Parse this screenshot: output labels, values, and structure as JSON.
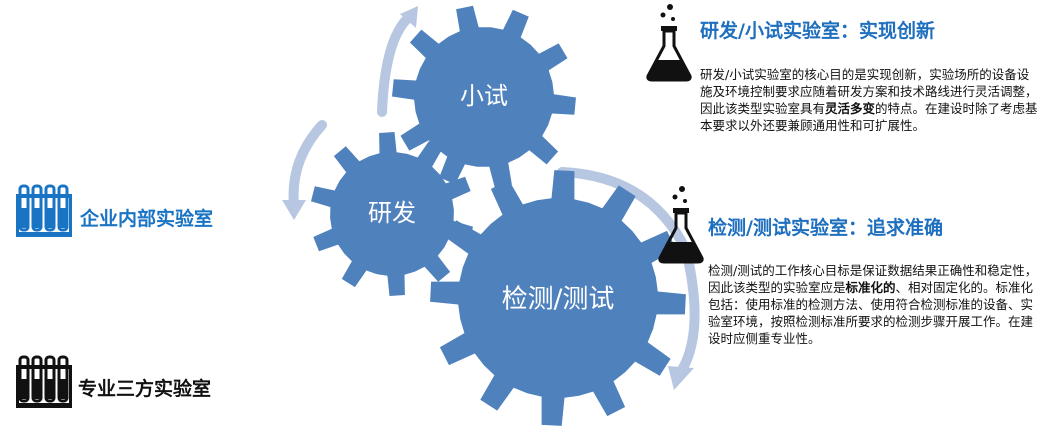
{
  "gears": {
    "small": {
      "label": "小试"
    },
    "medium": {
      "label": "研发"
    },
    "large": {
      "label": "检测/测试"
    }
  },
  "left_labels": {
    "enterprise": "企业内部实验室",
    "third_party": "专业三方实验室"
  },
  "sections": {
    "rd": {
      "title": "研发/小试实验室：实现创新",
      "body_before": "研发/小试实验室的核心目的是实现创新，实验场所的设备设施及环境控制要求应随着研发方案和技术路线进行灵活调整，因此该类型实验室具有",
      "body_bold": "灵活多变",
      "body_after": "的特点。在建设时除了考虑基本要求以外还要兼顾通用性和可扩展性。"
    },
    "test": {
      "title": "检测/测试实验室：追求准确",
      "body_before": "检测/测试的工作核心目标是保证数据结果正确性和稳定性，因此该类型的实验室应是",
      "body_bold": "标准化的",
      "body_after": "、相对固定化的。标准化包括：使用标准的检测方法、使用符合检测标准的设备、实验室环境，按照检测标准所要求的检测步骤开展工作。在建设时应侧重专业性。"
    }
  },
  "colors": {
    "gear": "#4f81bd",
    "arrow": "#b7c7e2",
    "heading": "#1f6fbf",
    "enterprise": "#1a74c4",
    "third_party": "#111111"
  },
  "icons": {
    "flask": "flask-icon",
    "test_tubes": "test-tube-rack-icon"
  }
}
